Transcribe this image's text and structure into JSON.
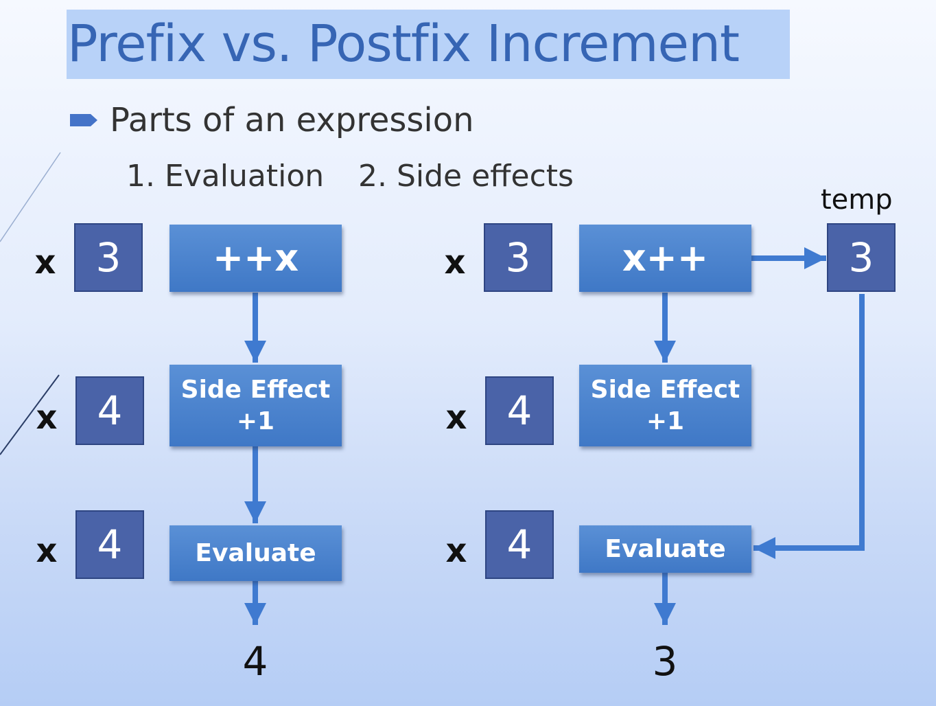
{
  "title": "Prefix vs. Postfix Increment",
  "bullet": "Parts of an expression",
  "subpoints": [
    "1. Evaluation",
    "2. Side effects"
  ],
  "prefix": {
    "var_label": "x",
    "values": [
      "3",
      "4",
      "4"
    ],
    "operator": "++x",
    "side_effect": [
      "Side Effect",
      "+1"
    ],
    "evaluate": "Evaluate",
    "result": "4"
  },
  "postfix": {
    "var_label": "x",
    "values": [
      "3",
      "4",
      "4"
    ],
    "operator": "x++",
    "side_effect": [
      "Side Effect",
      "+1"
    ],
    "evaluate": "Evaluate",
    "result": "3",
    "temp_label": "temp",
    "temp_value": "3"
  },
  "colors": {
    "title": "#3665b4",
    "title_highlight": "#b8d2f8",
    "value_box": "#4a63a8",
    "operation_box": "#4a84cf",
    "arrow": "#3f7ad0"
  }
}
